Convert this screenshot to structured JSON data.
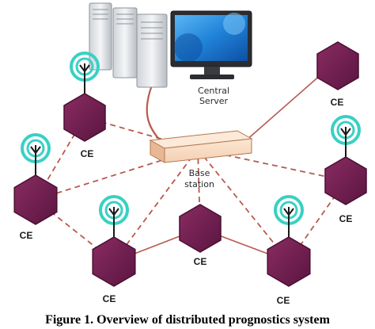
{
  "server": {
    "label_line1": "Central",
    "label_line2": "Server"
  },
  "base_station": {
    "label_line1": "Base",
    "label_line2": "station"
  },
  "nodes": [
    {
      "id": "ce-1",
      "label": "CE",
      "antenna": true
    },
    {
      "id": "ce-2",
      "label": "CE",
      "antenna": false
    },
    {
      "id": "ce-3",
      "label": "CE",
      "antenna": true
    },
    {
      "id": "ce-4",
      "label": "CE",
      "antenna": true
    },
    {
      "id": "ce-5",
      "label": "CE",
      "antenna": true
    },
    {
      "id": "ce-6",
      "label": "CE",
      "antenna": false
    },
    {
      "id": "ce-7",
      "label": "CE",
      "antenna": true
    }
  ],
  "links": {
    "solid": [
      [
        "ce-5",
        "ce-6"
      ],
      [
        "ce-6",
        "ce-7"
      ]
    ],
    "server_to_station": true
  },
  "caption": "Figure 1. Overview of distributed prognostics system",
  "colors": {
    "node_fill": "#6b1c4a",
    "node_stroke": "#4a0f32",
    "link": "#b85a50",
    "antenna_ring": "#39d0c6",
    "station_fill": "#f7d6bd",
    "screen": "#1f82d8"
  }
}
